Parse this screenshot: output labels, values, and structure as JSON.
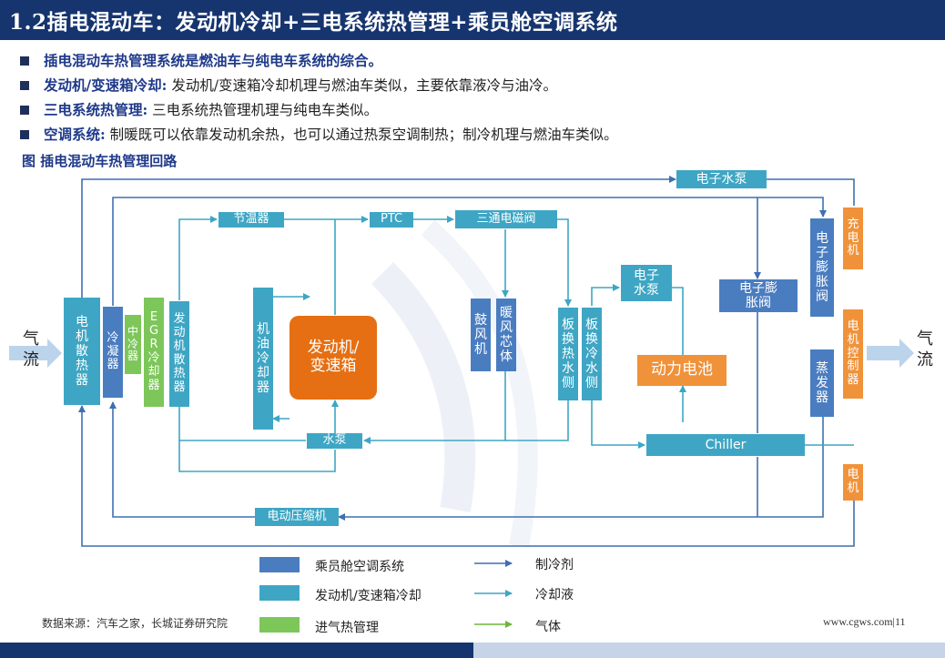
{
  "header": {
    "title": "1.2插电混动车：发动机冷却+三电系统热管理+乘员舱空调系统"
  },
  "bullets": [
    {
      "bold": "插电混动车热管理系统是燃油车与纯电车系统的综合。",
      "text": ""
    },
    {
      "bold": "发动机/变速箱冷却:",
      "text": "发动机/变速箱冷却机理与燃油车类似，主要依靠液冷与油冷。"
    },
    {
      "bold": "三电系统热管理:",
      "text": "三电系统热管理机理与纯电车类似。"
    },
    {
      "bold": "空调系统:",
      "text": "制暖既可以依靠发动机余热，也可以通过热泵空调制热；制冷机理与燃油车类似。"
    }
  ],
  "figure_caption": "图 插电混动车热管理回路",
  "diagram": {
    "airflow_in": "气流",
    "airflow_out": "气流",
    "nodes": {
      "motor_radiator": "电机散热器",
      "condenser": "冷凝器",
      "intercooler": "中冷器",
      "egr_cooler": "EGR冷却器",
      "engine_radiator": "发动机散热器",
      "thermostat": "节温器",
      "ptc": "PTC",
      "three_way_valve": "三通电磁阀",
      "oil_cooler": "机油冷却器",
      "engine": "发动机/变速箱",
      "water_pump_main": "水泵",
      "blower": "鼓风机",
      "heater_core": "暖风芯体",
      "plate_heat_1": "板换热水侧",
      "plate_heat_2": "板换冷水侧",
      "water_pump_e2": "电子水泵",
      "battery": "动力电池",
      "chiller": "Chiller",
      "expansion_valve_1": "电子膨胀阀",
      "expansion_valve_2": "电子膨胀阀",
      "water_pump_e1": "电子水泵",
      "evaporator": "蒸发器",
      "charger": "充电机",
      "motor_controller": "电机控制器",
      "motor": "电机",
      "compressor": "电动压缩机"
    },
    "colors": {
      "cabin": "#4a7dc0",
      "coolant": "#3ea6c4",
      "intake": "#7dc65a",
      "battery": "#f0923a",
      "engine": "#e56f12",
      "refrigerant_line": "#3f6fb0",
      "coolant_line": "#3ea6c4",
      "gas_line": "#6fb63c"
    }
  },
  "legend": [
    {
      "label": "乘员舱空调系统",
      "color": "#4a7dc0"
    },
    {
      "label": "发动机/变速箱冷却",
      "color": "#3ea6c4"
    },
    {
      "label": "进气热管理",
      "color": "#7dc65a"
    }
  ],
  "legend_lines": [
    {
      "label": "制冷剂",
      "color": "#3f6fb0"
    },
    {
      "label": "冷却液",
      "color": "#3ea6c4"
    },
    {
      "label": "气体",
      "color": "#6fb63c"
    }
  ],
  "footer": {
    "source": "数据来源：汽车之家，长城证券研究院",
    "website": "www.cgws.com|11"
  }
}
